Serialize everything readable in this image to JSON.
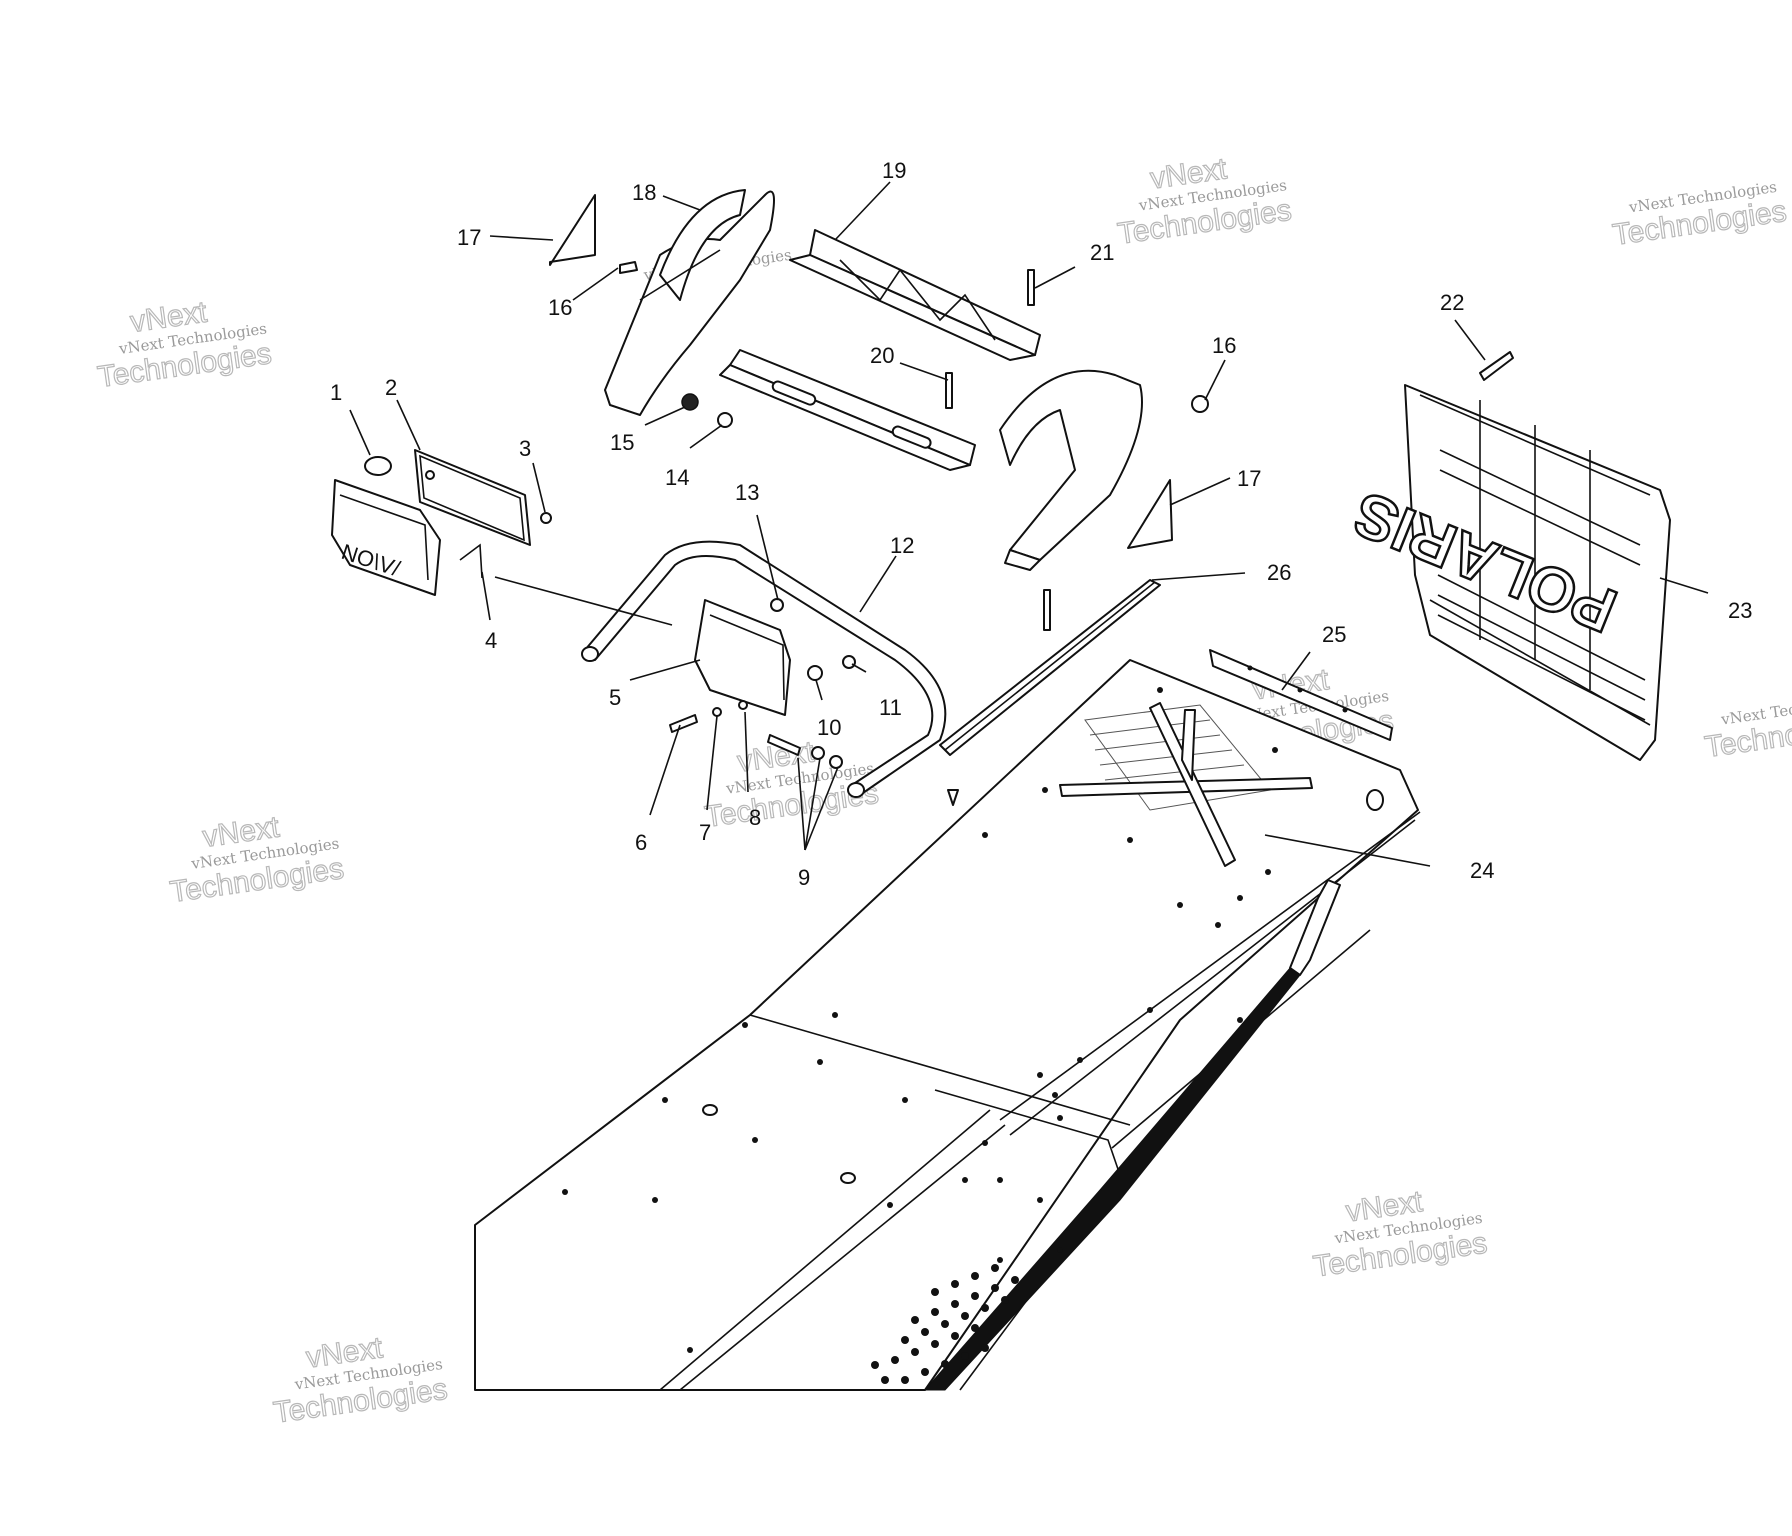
{
  "watermark": {
    "line1": "vNext",
    "line2": "vNext Technologies",
    "line3": "Technologies"
  },
  "grille_lettering": "POLARIS",
  "callouts": [
    {
      "id": "1",
      "label": "1"
    },
    {
      "id": "2",
      "label": "2"
    },
    {
      "id": "3",
      "label": "3"
    },
    {
      "id": "4",
      "label": "4"
    },
    {
      "id": "5",
      "label": "5"
    },
    {
      "id": "6",
      "label": "6"
    },
    {
      "id": "7",
      "label": "7"
    },
    {
      "id": "8",
      "label": "8"
    },
    {
      "id": "9",
      "label": "9"
    },
    {
      "id": "10",
      "label": "10"
    },
    {
      "id": "11",
      "label": "11"
    },
    {
      "id": "12",
      "label": "12"
    },
    {
      "id": "13",
      "label": "13"
    },
    {
      "id": "14",
      "label": "14"
    },
    {
      "id": "15",
      "label": "15"
    },
    {
      "id": "16a",
      "label": "16"
    },
    {
      "id": "16b",
      "label": "16"
    },
    {
      "id": "17a",
      "label": "17"
    },
    {
      "id": "17b",
      "label": "17"
    },
    {
      "id": "18",
      "label": "18"
    },
    {
      "id": "19",
      "label": "19"
    },
    {
      "id": "20",
      "label": "20"
    },
    {
      "id": "21",
      "label": "21"
    },
    {
      "id": "22",
      "label": "22"
    },
    {
      "id": "23",
      "label": "23"
    },
    {
      "id": "24",
      "label": "24"
    },
    {
      "id": "25",
      "label": "25"
    },
    {
      "id": "26",
      "label": "26"
    }
  ]
}
